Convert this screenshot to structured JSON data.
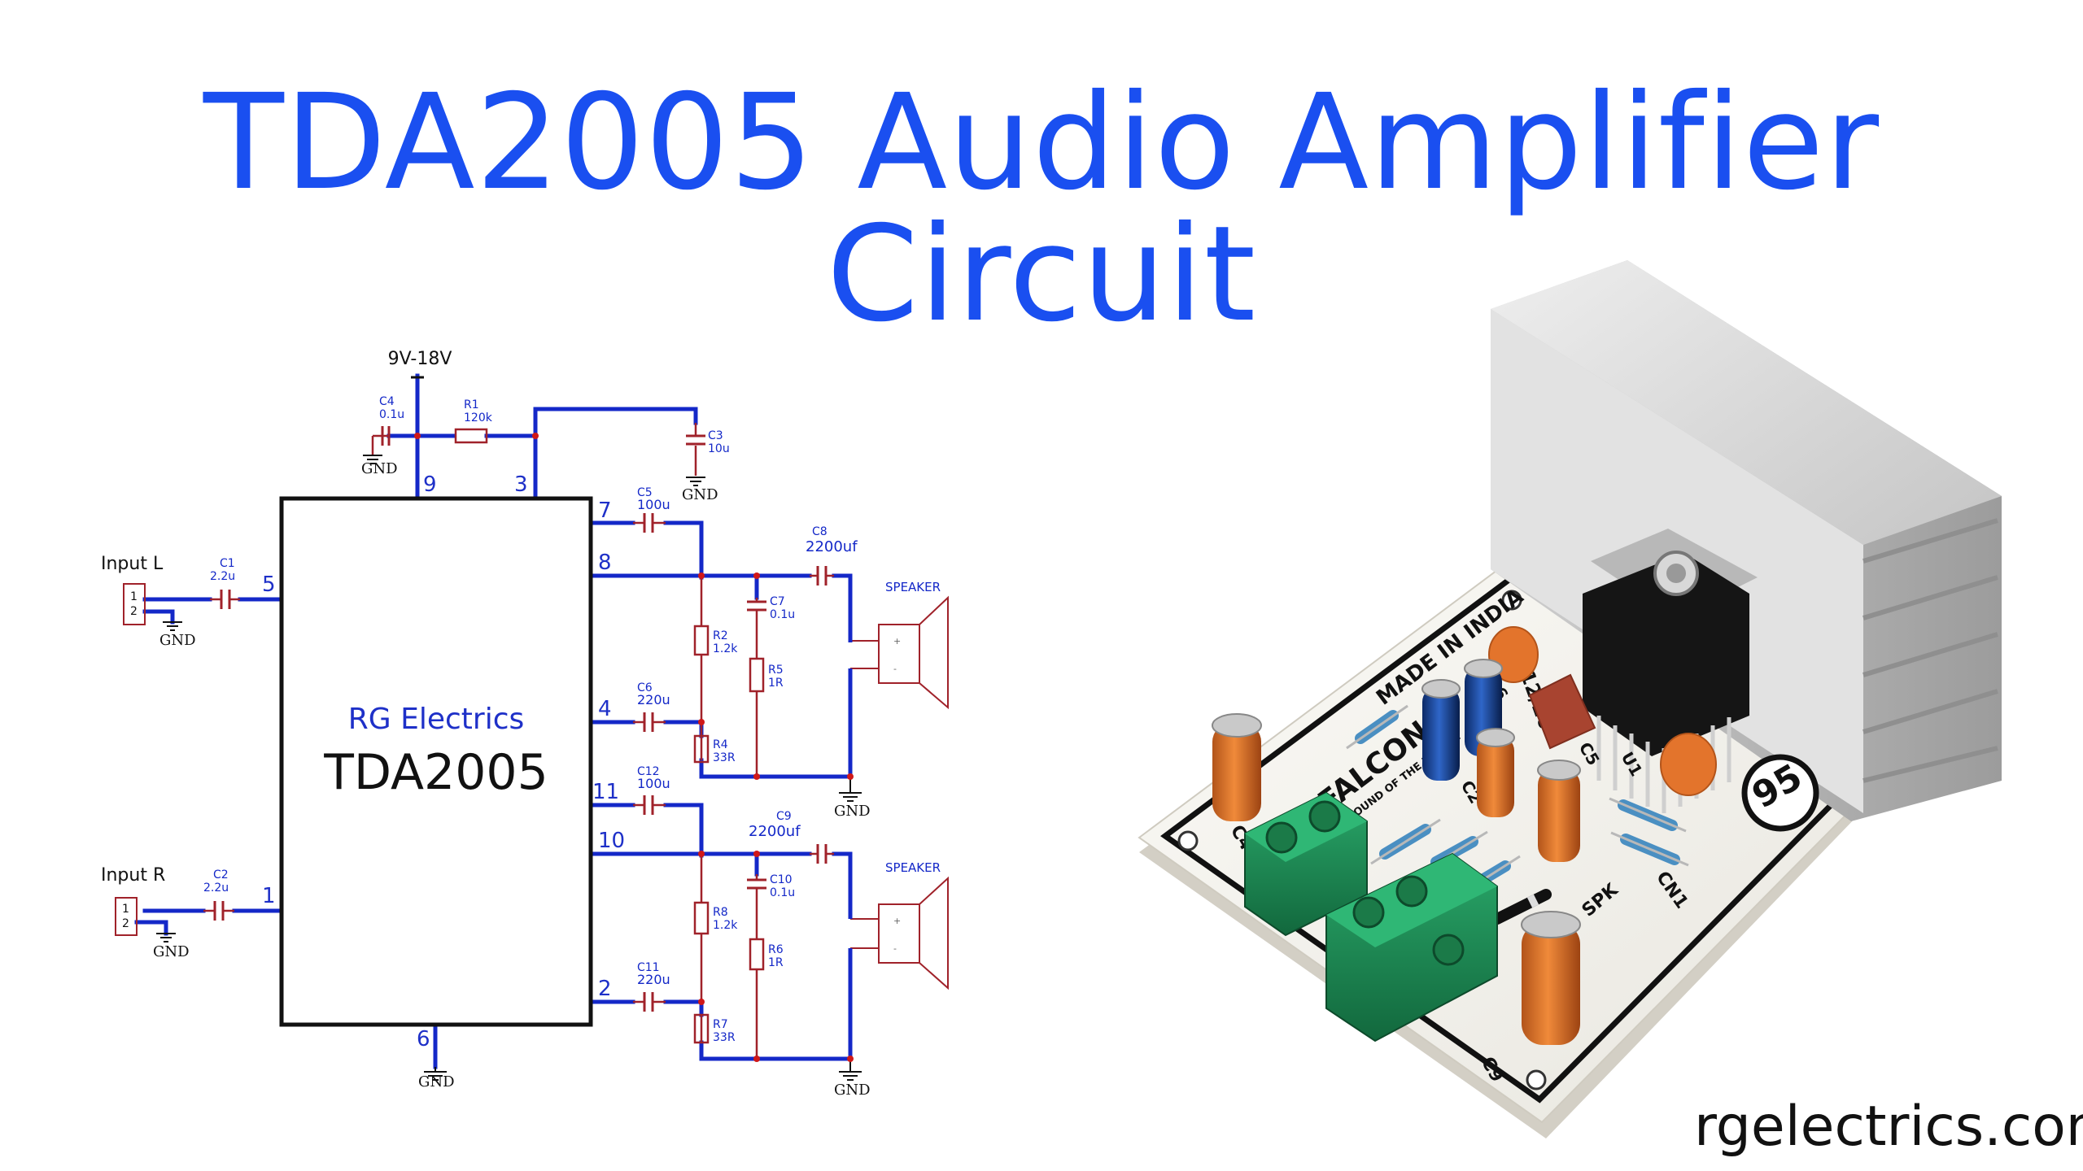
{
  "title": "TDA2005 Audio Amplifier Circuit",
  "footer": "rgelectrics.com",
  "colors": {
    "title": "#1a4ff0",
    "wire": "#1428c8",
    "component": "#a0222a",
    "junction": "#d01818",
    "pin_number": "#1e30c8"
  },
  "schematic": {
    "supply": "9V-18V",
    "gnd": "GND",
    "ic_brand": "RG Electrics",
    "ic_name": "TDA2005",
    "inputs": {
      "left": "Input L",
      "right": "Input R",
      "pin1": "1",
      "pin2": "2"
    },
    "speaker": "SPEAKER",
    "speaker_plus": "+",
    "speaker_minus": "-",
    "pins": {
      "p9": "9",
      "p3": "3",
      "p7": "7",
      "p8": "8",
      "p4": "4",
      "p11": "11",
      "p10": "10",
      "p2": "2",
      "p5": "5",
      "p1": "1",
      "p6": "6"
    },
    "components": {
      "C1": {
        "ref": "C1",
        "value": "2.2u"
      },
      "C2": {
        "ref": "C2",
        "value": "2.2u"
      },
      "C3": {
        "ref": "C3",
        "value": "10u"
      },
      "C4": {
        "ref": "C4",
        "value": "0.1u"
      },
      "C5": {
        "ref": "C5",
        "value": "100u"
      },
      "C6": {
        "ref": "C6",
        "value": "220u"
      },
      "C7": {
        "ref": "C7",
        "value": "0.1u"
      },
      "C8": {
        "ref": "C8",
        "value": "2200uf"
      },
      "C9": {
        "ref": "C9",
        "value": "2200uf"
      },
      "C10": {
        "ref": "C10",
        "value": "0.1u"
      },
      "C11": {
        "ref": "C11",
        "value": "220u"
      },
      "C12": {
        "ref": "C12",
        "value": "100u"
      },
      "R1": {
        "ref": "R1",
        "value": "120k"
      },
      "R2": {
        "ref": "R2",
        "value": "1.2k"
      },
      "R4": {
        "ref": "R4",
        "value": "33R"
      },
      "R5": {
        "ref": "R5",
        "value": "1R"
      },
      "R6": {
        "ref": "R6",
        "value": "1R"
      },
      "R7": {
        "ref": "R7",
        "value": "33R"
      },
      "R8": {
        "ref": "R8",
        "value": "1.2k"
      }
    }
  },
  "board": {
    "made_in": "MADE IN INDIA",
    "brand": "FALCON",
    "tagline": "SOUND OF THE NATION",
    "badge": "95",
    "date": "12/20",
    "silk_c5": "C5",
    "silk_u1": "U1",
    "silk_c2": "C2",
    "silk_c9": "C9",
    "silk_spk": "SPK",
    "silk_cn1": "CN1",
    "silk_c4": "C4",
    "silk_6": "6"
  }
}
